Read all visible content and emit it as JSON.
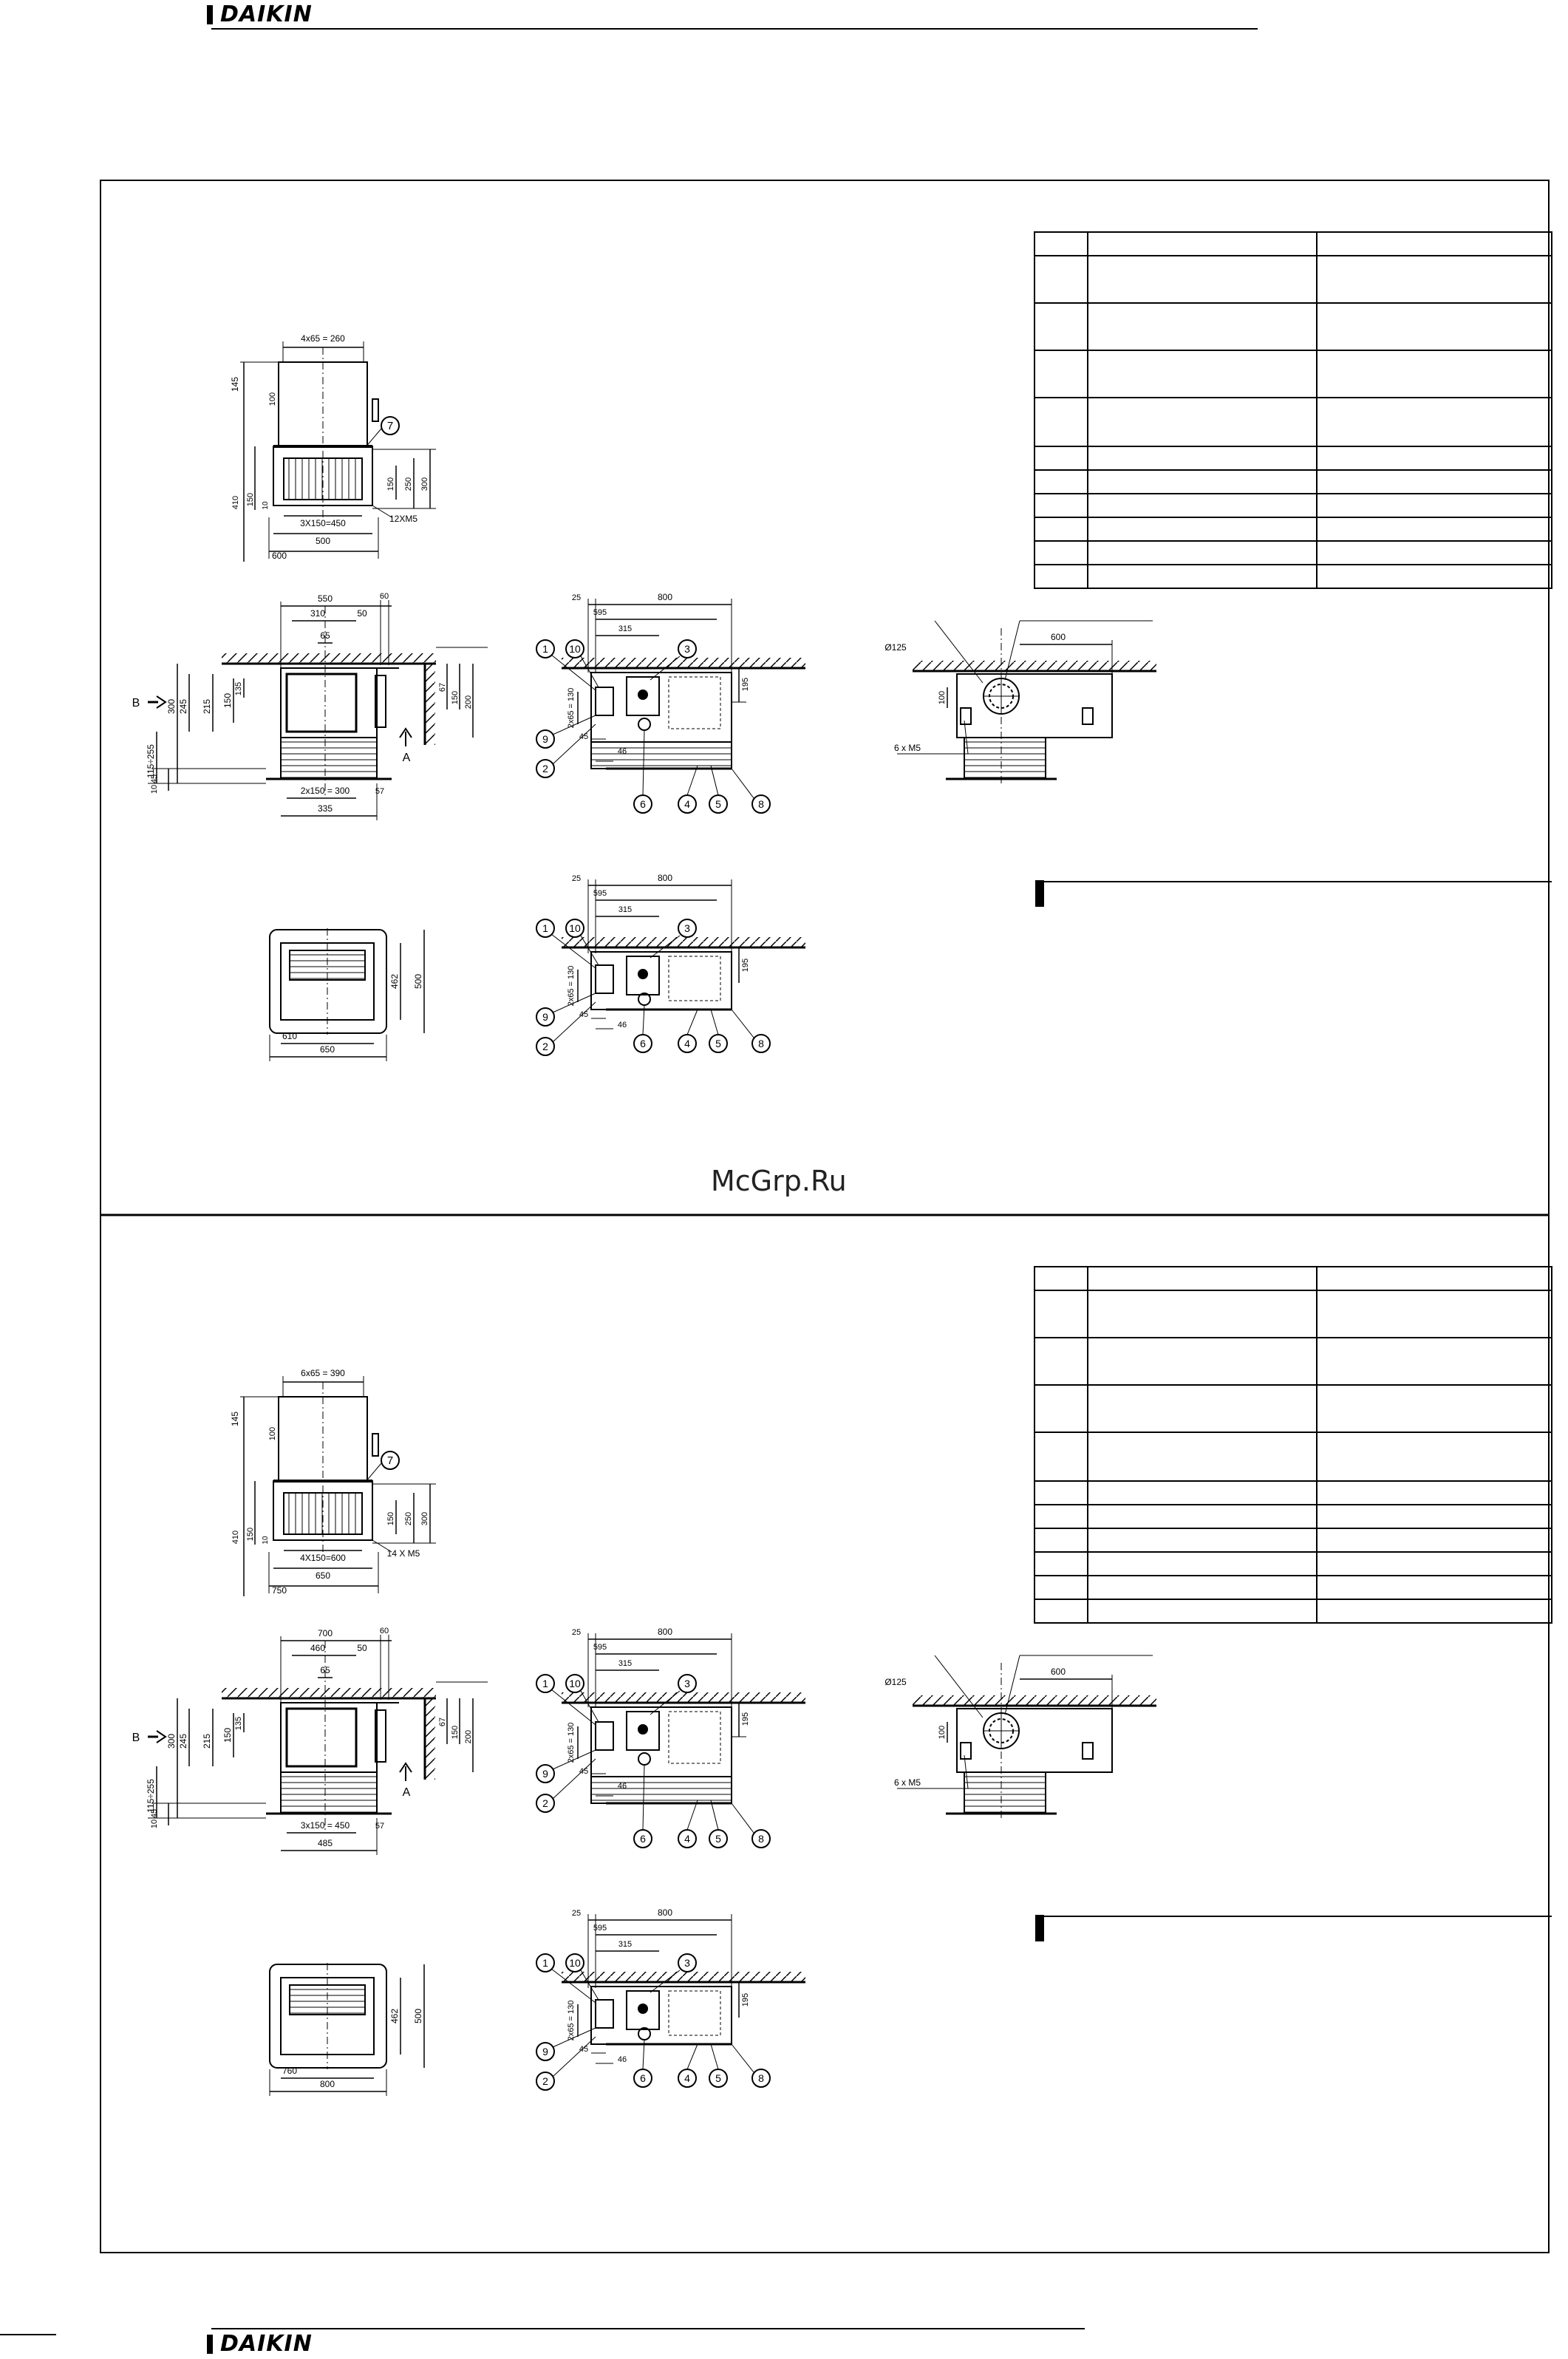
{
  "brand": {
    "name": "DAIKIN"
  },
  "watermark": "McGrp.Ru",
  "panels": [
    {
      "top_view": {
        "width_top": "4x65 = 260",
        "h145": "145",
        "h100": "100",
        "h410": "410",
        "h150": "150",
        "h10": "10",
        "d150": "150",
        "d250": "250",
        "d300": "300",
        "holes": "3X150=450",
        "screws": "12XM5",
        "w500": "500",
        "w600": "600",
        "callout": "7"
      },
      "side_view": {
        "w550": "550",
        "w60": "60",
        "w310": "310",
        "w50": "50",
        "w65": "65",
        "v300": "300",
        "v245": "245",
        "v215": "215",
        "v150": "150",
        "v135": "135",
        "v67": "67",
        "v150b": "150",
        "v200": "200",
        "v115_255": "115÷255",
        "v45": "45",
        "v10": "10",
        "holes": "2x150 = 300",
        "w57": "57",
        "w335": "335",
        "labelA": "A",
        "labelB": "B"
      },
      "grille_view": {
        "w610": "610",
        "w650": "650",
        "h462": "462",
        "h500": "500"
      },
      "pipe_view_1": {
        "w25": "25",
        "w800": "800",
        "w595": "595",
        "w315": "315",
        "w195": "195",
        "d2x65": "2x65 = 130",
        "w45": "45",
        "w46": "46",
        "callouts": [
          "1",
          "10",
          "3",
          "9",
          "2",
          "6",
          "4",
          "5",
          "8"
        ]
      },
      "pipe_view_2": {
        "w25": "25",
        "w800": "800",
        "w595": "595",
        "w315": "315",
        "w195": "195",
        "d2x65": "2x65 = 130",
        "w45": "45",
        "w46": "46",
        "callouts": [
          "1",
          "10",
          "3",
          "9",
          "2",
          "6",
          "4",
          "5",
          "8"
        ]
      },
      "duct_view": {
        "w600": "600",
        "d125": "Ø125",
        "h100": "100",
        "screws": "6 x M5"
      }
    },
    {
      "top_view": {
        "width_top": "6x65 = 390",
        "h145": "145",
        "h100": "100",
        "h410": "410",
        "h150": "150",
        "h10": "10",
        "d150": "150",
        "d250": "250",
        "d300": "300",
        "holes": "4X150=600",
        "screws": "14 X M5",
        "w500": "650",
        "w600": "750",
        "callout": "7"
      },
      "side_view": {
        "w550": "700",
        "w60": "60",
        "w310": "460",
        "w50": "50",
        "w65": "65",
        "v300": "300",
        "v245": "245",
        "v215": "215",
        "v150": "150",
        "v135": "135",
        "v67": "67",
        "v150b": "150",
        "v200": "200",
        "v115_255": "115÷255",
        "v45": "45",
        "v10": "10",
        "holes": "3x150 = 450",
        "w57": "57",
        "w335": "485",
        "labelA": "A",
        "labelB": "B"
      },
      "grille_view": {
        "w610": "760",
        "w650": "800",
        "h462": "462",
        "h500": "500"
      },
      "pipe_view_1": {
        "w25": "25",
        "w800": "800",
        "w595": "595",
        "w315": "315",
        "w195": "195",
        "d2x65": "2x65 = 130",
        "w45": "45",
        "w46": "46",
        "callouts": [
          "1",
          "10",
          "3",
          "9",
          "2",
          "6",
          "4",
          "5",
          "8"
        ]
      },
      "pipe_view_2": {
        "w25": "25",
        "w800": "800",
        "w595": "595",
        "w315": "315",
        "w195": "195",
        "d2x65": "2x65 = 130",
        "w45": "45",
        "w46": "46",
        "callouts": [
          "1",
          "10",
          "3",
          "9",
          "2",
          "6",
          "4",
          "5",
          "8"
        ]
      },
      "duct_view": {
        "w600": "600",
        "d125": "Ø125",
        "h100": "100",
        "screws": "6 x M5"
      }
    }
  ]
}
